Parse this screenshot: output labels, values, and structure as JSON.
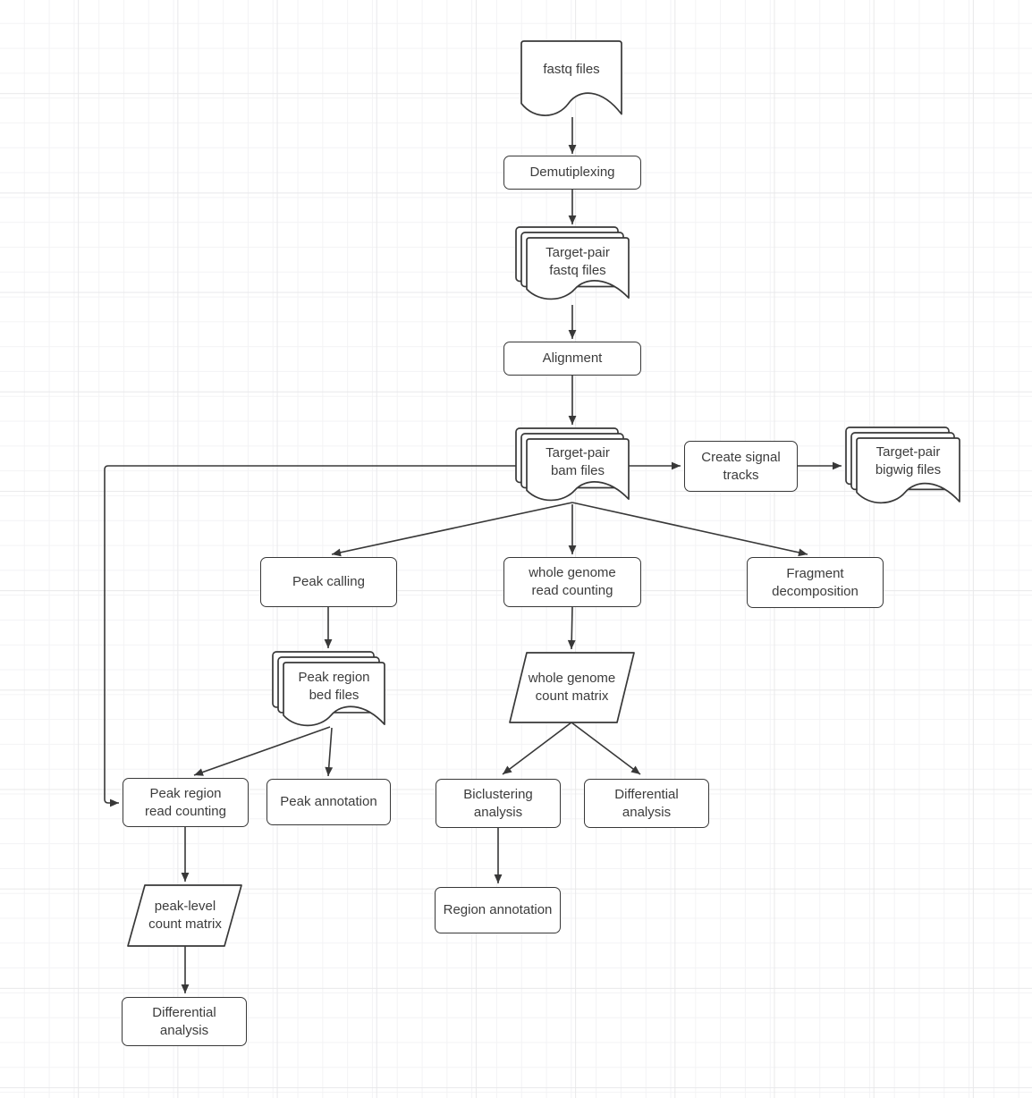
{
  "canvas": {
    "colors": {
      "stroke-color": "#383838",
      "text-color": "#3c3c3c",
      "shape-fill": "#ffffff",
      "grid-minor": "#f3f3f5",
      "grid-major": "#e8e8ea",
      "bg": "#ffffff"
    }
  },
  "nodes": {
    "fastq_files": {
      "label": "fastq files",
      "shape": "document"
    },
    "demultiplexing": {
      "label": "Demutiplexing",
      "shape": "process"
    },
    "target_pair_fastq": {
      "label": "Target-pair\nfastq files",
      "shape": "multi-document"
    },
    "alignment": {
      "label": "Alignment",
      "shape": "process"
    },
    "target_pair_bam": {
      "label": "Target-pair\nbam files",
      "shape": "multi-document"
    },
    "create_signal_tracks": {
      "label": "Create signal\ntracks",
      "shape": "process"
    },
    "target_pair_bigwig": {
      "label": "Target-pair\nbigwig files",
      "shape": "multi-document"
    },
    "peak_calling": {
      "label": "Peak calling",
      "shape": "process"
    },
    "whole_genome_read_counting": {
      "label": "whole genome\nread counting",
      "shape": "process"
    },
    "fragment_decomposition": {
      "label": "Fragment\ndecomposition",
      "shape": "process"
    },
    "peak_region_bed": {
      "label": "Peak region\nbed files",
      "shape": "multi-document"
    },
    "peak_region_read_counting": {
      "label": "Peak region\nread counting",
      "shape": "process"
    },
    "peak_annotation": {
      "label": "Peak annotation",
      "shape": "process"
    },
    "peak_level_count_matrix": {
      "label": "peak-level\ncount matrix",
      "shape": "parallelogram"
    },
    "differential_analysis_peak": {
      "label": "Differential\nanalysis",
      "shape": "process"
    },
    "whole_genome_count_matrix": {
      "label": "whole genome\ncount matrix",
      "shape": "parallelogram"
    },
    "biclustering_analysis": {
      "label": "Biclustering\nanalysis",
      "shape": "process"
    },
    "differential_analysis_genome": {
      "label": "Differential\nanalysis",
      "shape": "process"
    },
    "region_annotation": {
      "label": "Region annotation",
      "shape": "process"
    }
  },
  "edges": [
    {
      "from": "fastq_files",
      "to": "demultiplexing"
    },
    {
      "from": "demultiplexing",
      "to": "target_pair_fastq"
    },
    {
      "from": "target_pair_fastq",
      "to": "alignment"
    },
    {
      "from": "alignment",
      "to": "target_pair_bam"
    },
    {
      "from": "target_pair_bam",
      "to": "create_signal_tracks"
    },
    {
      "from": "create_signal_tracks",
      "to": "target_pair_bigwig"
    },
    {
      "from": "target_pair_bam",
      "to": "peak_calling"
    },
    {
      "from": "target_pair_bam",
      "to": "whole_genome_read_counting"
    },
    {
      "from": "target_pair_bam",
      "to": "fragment_decomposition"
    },
    {
      "from": "peak_calling",
      "to": "peak_region_bed"
    },
    {
      "from": "peak_region_bed",
      "to": "peak_region_read_counting"
    },
    {
      "from": "peak_region_bed",
      "to": "peak_annotation"
    },
    {
      "from": "target_pair_bam",
      "to": "peak_region_read_counting"
    },
    {
      "from": "peak_region_read_counting",
      "to": "peak_level_count_matrix"
    },
    {
      "from": "peak_level_count_matrix",
      "to": "differential_analysis_peak"
    },
    {
      "from": "whole_genome_read_counting",
      "to": "whole_genome_count_matrix"
    },
    {
      "from": "whole_genome_count_matrix",
      "to": "biclustering_analysis"
    },
    {
      "from": "whole_genome_count_matrix",
      "to": "differential_analysis_genome"
    },
    {
      "from": "biclustering_analysis",
      "to": "region_annotation"
    }
  ]
}
